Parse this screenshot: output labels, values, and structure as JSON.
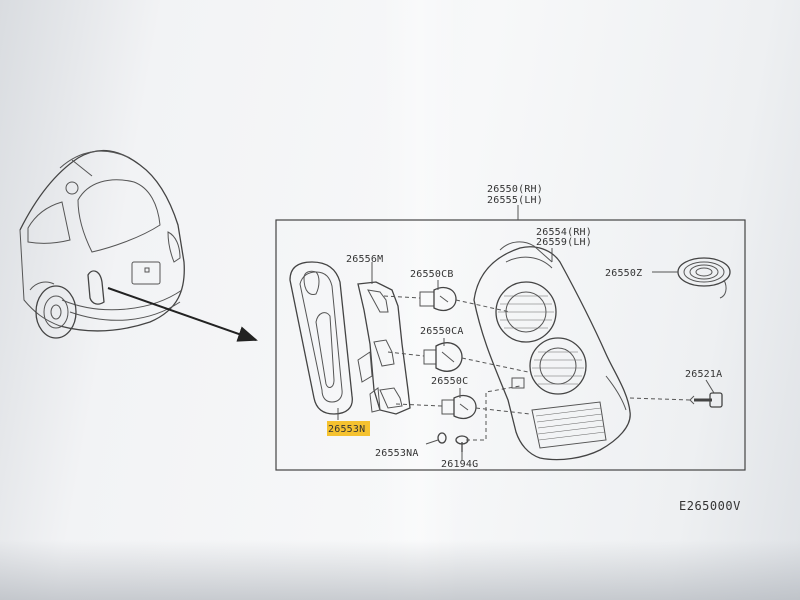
{
  "diagram": {
    "labels": {
      "lamp_assembly_rh": "26550(RH)",
      "lamp_assembly_lh": "26555(LH)",
      "lens_rh": "26554(RH)",
      "lens_lh": "26559(LH)",
      "socket_plate": "26556M",
      "bulb_top": "26550CB",
      "bulb_middle": "26550CA",
      "bulb_bottom": "26550C",
      "seal": "26550Z",
      "bolt": "26521A",
      "gasket_highlighted": "26553N",
      "clip": "26553NA",
      "screw": "26194G"
    },
    "diagram_code": "E265000V",
    "highlight_color": "#f5c230"
  }
}
